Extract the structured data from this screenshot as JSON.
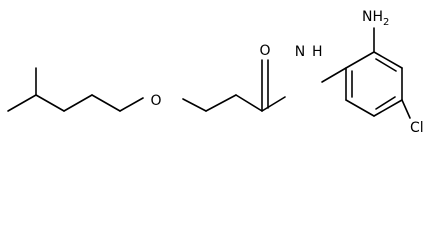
{
  "molecule": {
    "atoms": {
      "oxygen_carbonyl": "O",
      "oxygen_ether": "O",
      "nitrogen_amide": "N",
      "hydrogen_amide": "H",
      "amino": "NH",
      "amino_subscript": "2",
      "chlorine": "Cl"
    },
    "colors": {
      "bond": "#000000",
      "label": "#000000",
      "background": "#ffffff"
    }
  }
}
